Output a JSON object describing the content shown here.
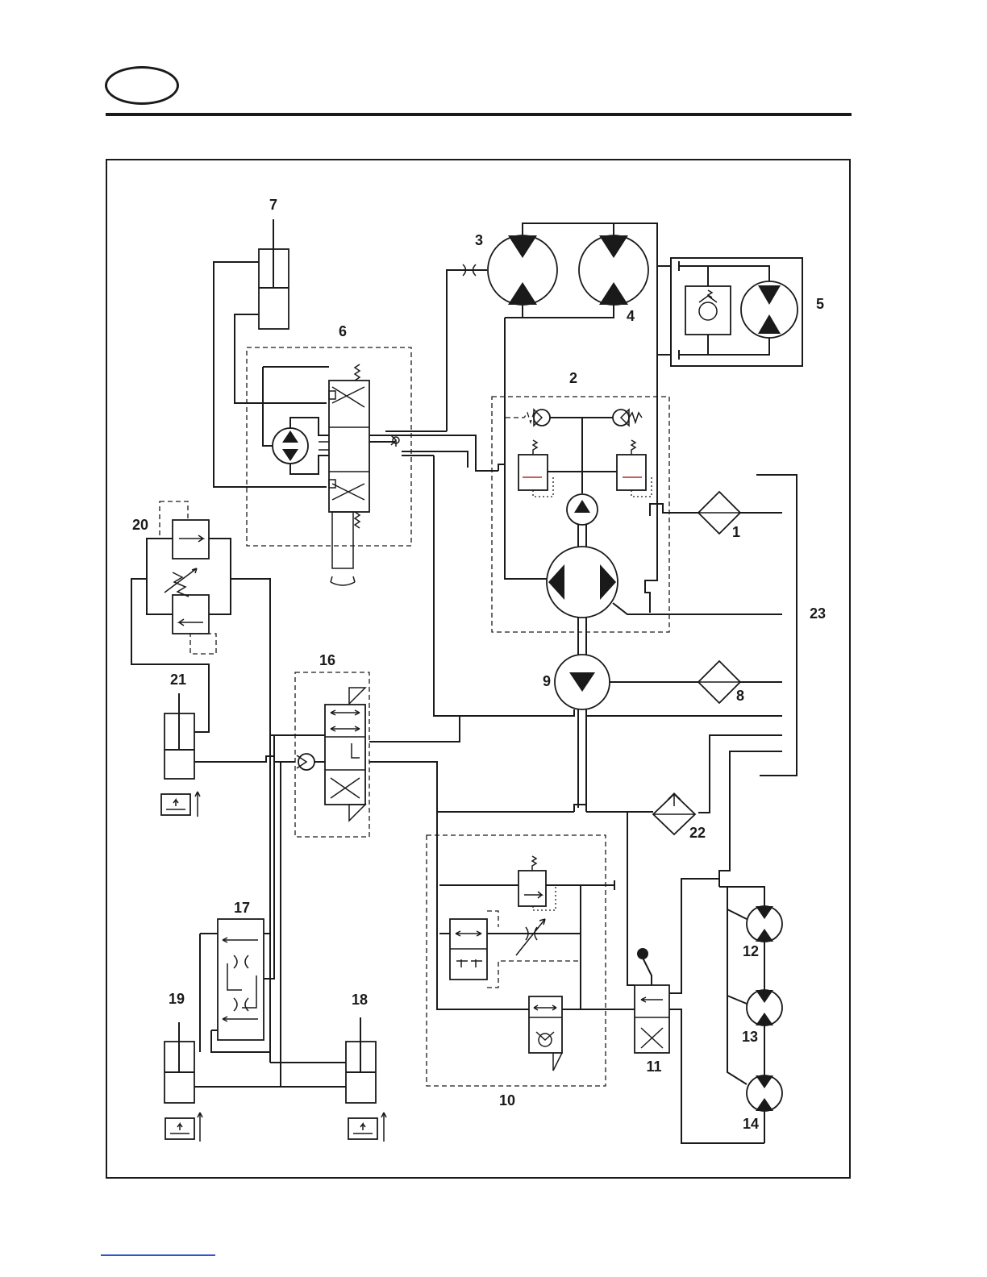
{
  "labels": {
    "c1": "1",
    "c2": "2",
    "c3": "3",
    "c4": "4",
    "c5": "5",
    "c6": "6",
    "c7": "7",
    "c8": "8",
    "c9": "9",
    "c10": "10",
    "c11": "11",
    "c12": "12",
    "c13": "13",
    "c14": "14",
    "c16": "16",
    "c17": "17",
    "c18": "18",
    "c19": "19",
    "c20": "20",
    "c21": "21",
    "c22": "22",
    "c23": "23"
  },
  "colors": {
    "line": "#1a1a1a",
    "footer_link": "#3355cc"
  }
}
